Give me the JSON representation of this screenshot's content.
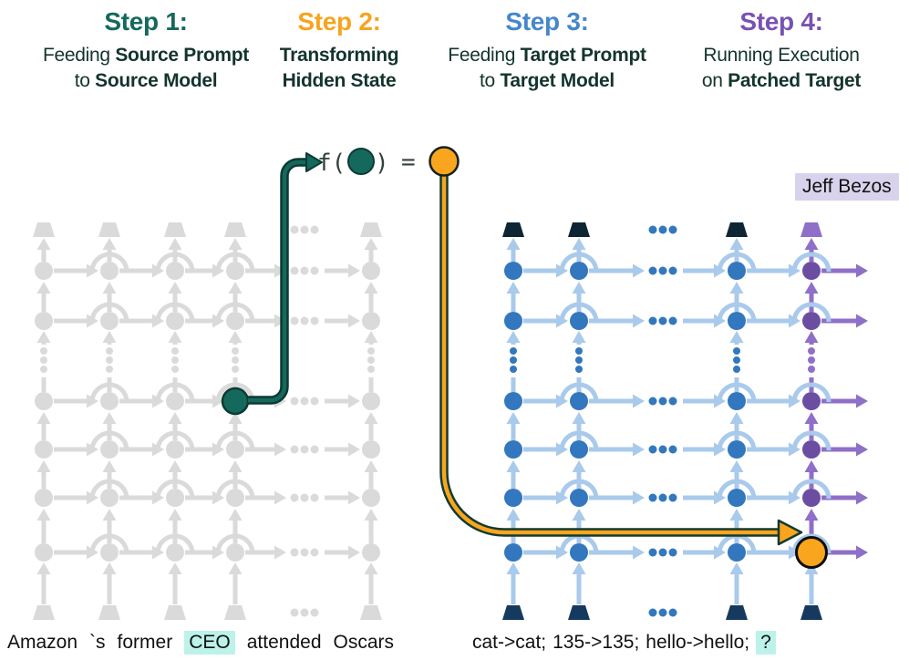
{
  "steps": [
    {
      "title": "Step 1:",
      "title_color": "#15695C",
      "subtitle_lines": [
        [
          {
            "text": "Feeding ",
            "bold": false
          },
          {
            "text": "Source Prompt",
            "bold": true
          }
        ],
        [
          {
            "text": "to ",
            "bold": false
          },
          {
            "text": "Source Model",
            "bold": true
          }
        ]
      ]
    },
    {
      "title": "Step 2:",
      "title_color": "#F6A41E",
      "subtitle_lines": [
        [
          {
            "text": "Transforming",
            "bold": true
          }
        ],
        [
          {
            "text": "Hidden State",
            "bold": true
          }
        ]
      ]
    },
    {
      "title": "Step 3:",
      "title_color": "#4587CA",
      "subtitle_lines": [
        [
          {
            "text": "Feeding ",
            "bold": false
          },
          {
            "text": "Target Prompt",
            "bold": true
          }
        ],
        [
          {
            "text": "to ",
            "bold": false
          },
          {
            "text": "Target Model",
            "bold": true
          }
        ]
      ]
    },
    {
      "title": "Step 4:",
      "title_color": "#7852B2",
      "subtitle_lines": [
        [
          {
            "text": "Running Execution",
            "bold": false
          }
        ],
        [
          {
            "text": "on ",
            "bold": false
          },
          {
            "text": "Patched Target",
            "bold": true
          }
        ]
      ]
    }
  ],
  "transform_expression": {
    "fn": "f(",
    "close": ")",
    "equals": "="
  },
  "output_label": {
    "text": "Jeff Bezos"
  },
  "source_prompt": {
    "tokens": [
      {
        "text": "Amazon"
      },
      {
        "text": "`s"
      },
      {
        "text": "former"
      },
      {
        "text": "CEO",
        "highlight": true
      },
      {
        "text": "attended"
      },
      {
        "text": "Oscars"
      }
    ]
  },
  "target_prompt": {
    "tokens": [
      {
        "text": "cat->cat;"
      },
      {
        "text": "135->135;"
      },
      {
        "text": "hello->hello;"
      },
      {
        "text": "?",
        "highlight": true
      }
    ]
  },
  "colors": {
    "gray": "#DADADA",
    "teal": "#15695C",
    "teal_dark": "#0B3B33",
    "orange": "#F9A51E",
    "orange_outline": "#133A31",
    "blue_node": "#3377BE",
    "blue_light": "#A9CAEB",
    "purple_node": "#6B4EA2",
    "purple_mid": "#8F6FC8",
    "navy_top": "#0E2533",
    "navy_bottom": "#16395F",
    "highlight_teal": "#BDF2EA",
    "highlight_lavender": "#D8D2EC",
    "subtitle_text": "#14342E",
    "prompt_text": "#111111"
  }
}
